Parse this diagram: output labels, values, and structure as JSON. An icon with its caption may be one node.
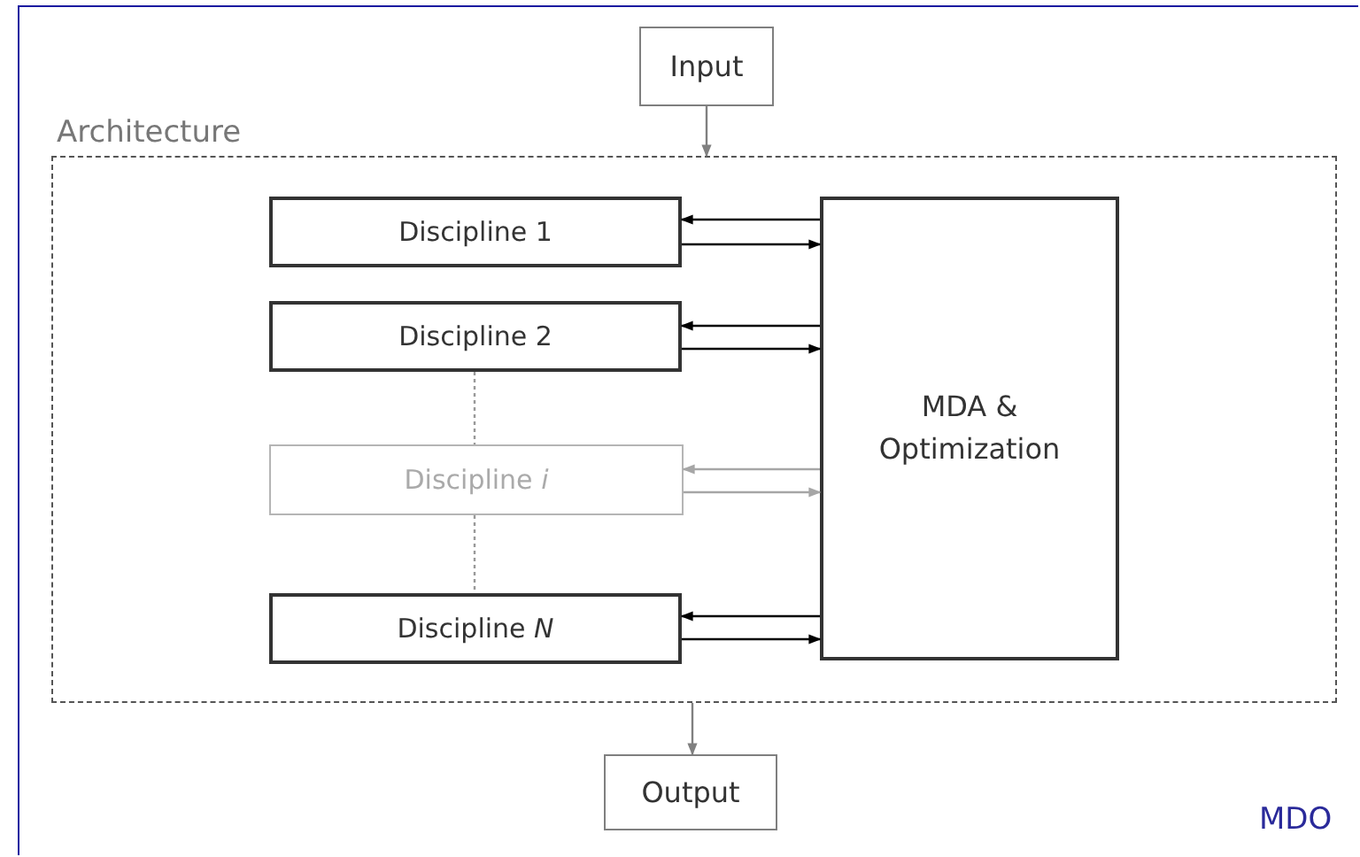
{
  "diagram": {
    "nodes": [
      {
        "text": [
          "Input"
        ]
      },
      {
        "text": [
          "Architecture"
        ]
      },
      {
        "text": [
          "Discipline 1"
        ],
        "in": 1
      },
      {
        "text": [
          "Discipline 2"
        ],
        "in": 1
      },
      {
        "text": [
          "Discipline *i*"
        ],
        "in": 1
      },
      {
        "text": [
          "Discipline *N*"
        ],
        "in": 1
      },
      {
        "text": [
          "MDA & Optimization"
        ],
        "in": 1
      },
      {
        "text": [
          "Output"
        ]
      }
    ],
    "edges": [
      {
        "from": 0,
        "to": 1,
        "arrow": "to",
        "color": "#808080"
      },
      {
        "from": 6,
        "to": 2,
        "arrow": "to"
      },
      {
        "from": 2,
        "to": 6,
        "arrow": "to"
      },
      {
        "from": 6,
        "to": 3,
        "arrow": "to"
      },
      {
        "from": 3,
        "to": 6,
        "arrow": "to"
      },
      {
        "from": 6,
        "to": 4,
        "arrow": "to",
        "color": "#a6a6a6"
      },
      {
        "from": 4,
        "to": 6,
        "arrow": "to",
        "color": "#a6a6a6"
      },
      {
        "from": 6,
        "to": 5,
        "arrow": "to"
      },
      {
        "from": 5,
        "to": 6,
        "arrow": "to"
      },
      {
        "from": 1,
        "to": 7,
        "arrow": "to",
        "color": "#808080"
      },
      {
        "from": 3,
        "to": 4,
        "arrow": "none",
        "style": "dashed",
        "color": "#999999"
      },
      {
        "from": 4,
        "to": 5,
        "arrow": "none",
        "style": "dashed",
        "color": "#999999"
      }
    ],
    "labels": [
      "MDO"
    ]
  }
}
